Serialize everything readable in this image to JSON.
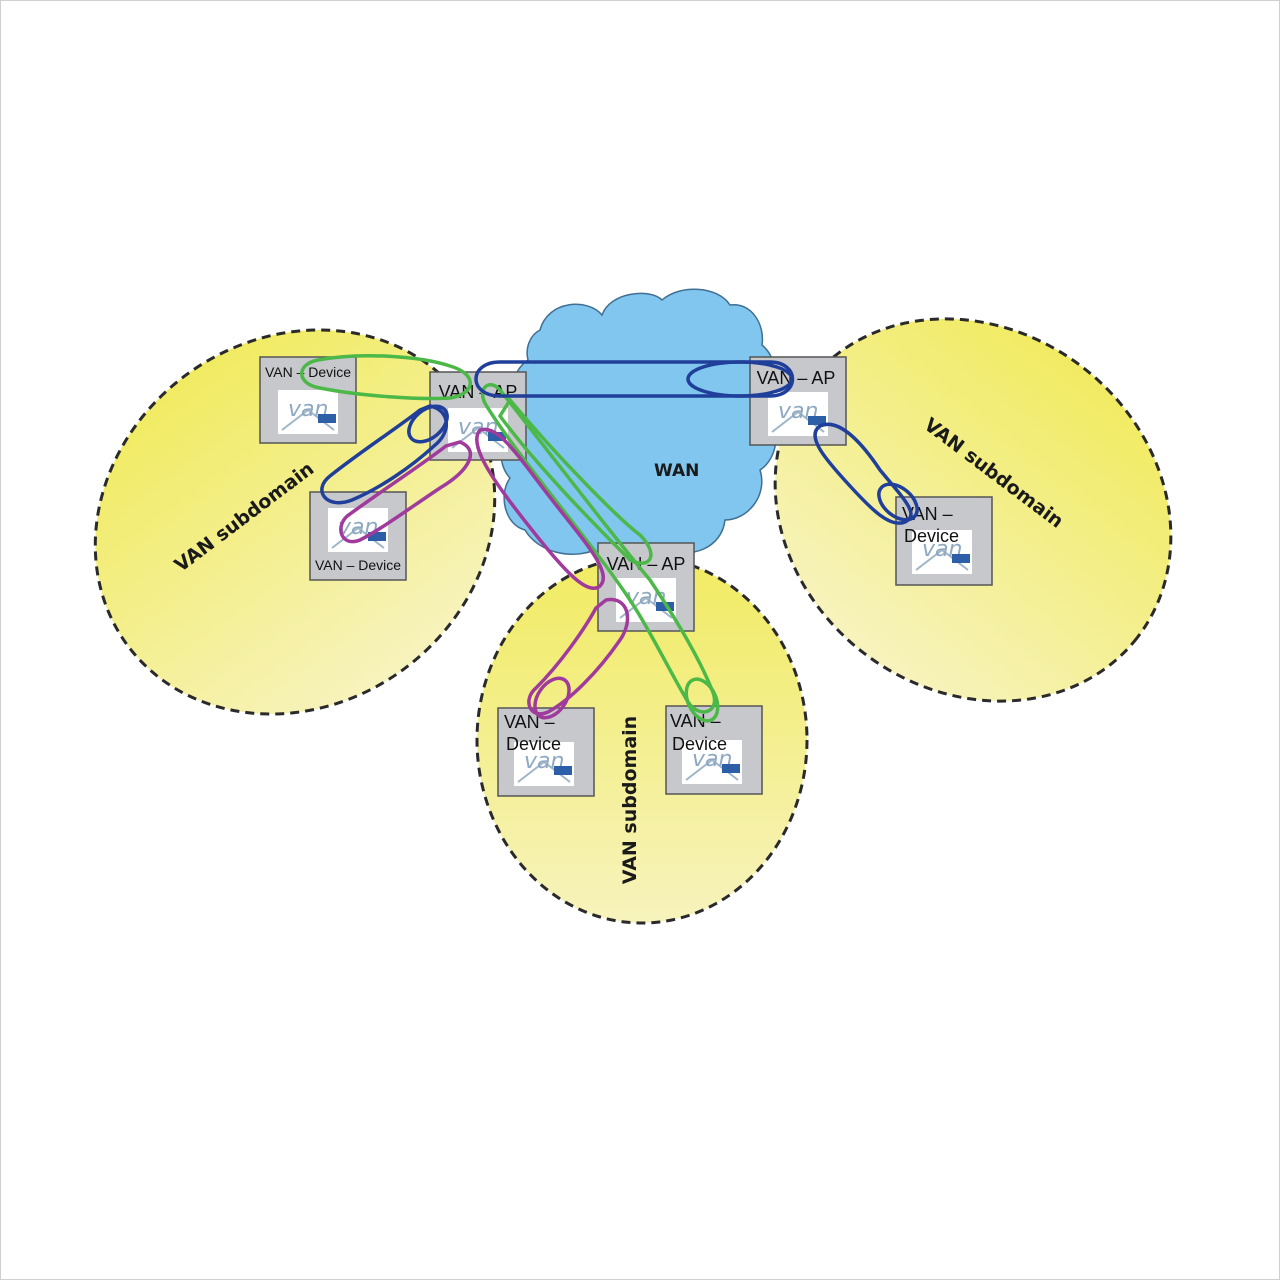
{
  "wan": {
    "label": "WAN"
  },
  "subdomains": [
    {
      "id": "left",
      "label": "VAN subdomain"
    },
    {
      "id": "right",
      "label": "VAN subdomain"
    },
    {
      "id": "bottom",
      "label": "VAN subdomain"
    }
  ],
  "access_points": [
    {
      "id": "ap-left",
      "label": "VAN – AP"
    },
    {
      "id": "ap-right",
      "label": "VAN – AP"
    },
    {
      "id": "ap-bottom",
      "label": "VAN – AP"
    }
  ],
  "devices": [
    {
      "id": "dev-left-top",
      "label": "VAN – Device"
    },
    {
      "id": "dev-left-bottom",
      "label": "VAN – Device"
    },
    {
      "id": "dev-right",
      "line1": "VAN –",
      "line2": "Device"
    },
    {
      "id": "dev-bottom-left",
      "line1": "VAN –",
      "line2": "Device"
    },
    {
      "id": "dev-bottom-right",
      "line1": "VAN –",
      "line2": "Device"
    }
  ],
  "colors": {
    "subdomain_fill_top": "#f2ec6a",
    "subdomain_fill_bottom": "#f6f2b8",
    "wan_fill": "#80c6ef",
    "box_fill": "#c6c8cc",
    "tunnel_green": "#4cb848",
    "tunnel_blue": "#1f3f9a",
    "tunnel_purple": "#a03a9c"
  }
}
